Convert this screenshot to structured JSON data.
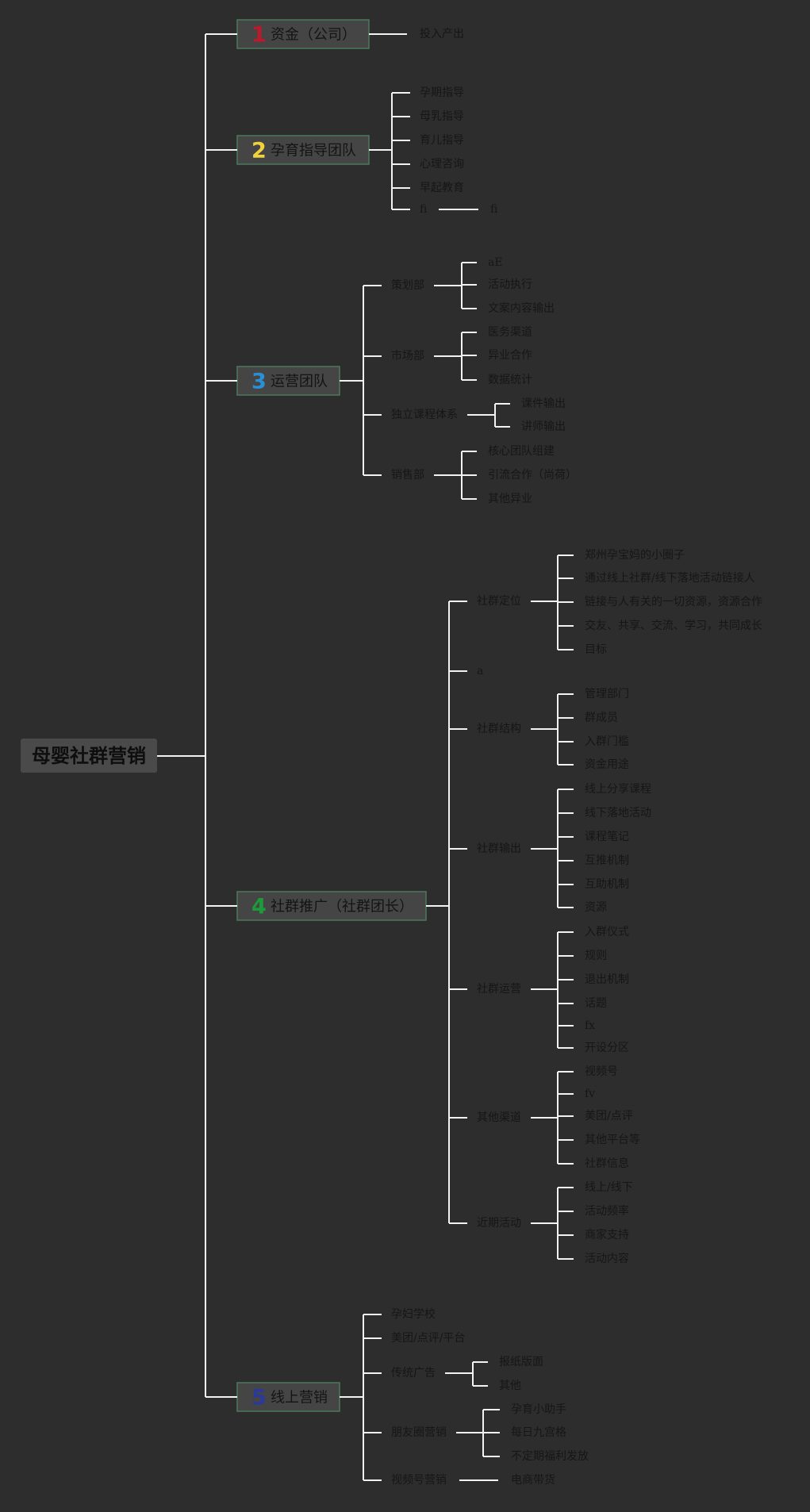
{
  "root": "母婴社群营销",
  "colors": {
    "background": "#2d2d2d",
    "line": "#f2f2f2",
    "box": "#454545",
    "box_border": "#4c7a5c",
    "text": "#161616"
  },
  "branches": [
    {
      "number": "1",
      "label": "资金（公司）",
      "num_color": "#c0182b",
      "children": [
        {
          "label": "投入产出"
        }
      ]
    },
    {
      "number": "2",
      "label": "孕育指导团队",
      "num_color": "#f2d23c",
      "children": [
        {
          "label": "孕期指导"
        },
        {
          "label": "母乳指导"
        },
        {
          "label": "育儿指导"
        },
        {
          "label": "心理咨询"
        },
        {
          "label": "早起教育"
        },
        {
          "label": "fi",
          "children": [
            {
              "label": "fi"
            }
          ]
        }
      ]
    },
    {
      "number": "3",
      "label": "运营团队",
      "num_color": "#2b8fd6",
      "children": [
        {
          "label": "策划部",
          "children": [
            {
              "label": "aE"
            },
            {
              "label": "活动执行"
            },
            {
              "label": "文案内容输出"
            }
          ]
        },
        {
          "label": "市场部",
          "children": [
            {
              "label": "医务渠道"
            },
            {
              "label": "异业合作"
            },
            {
              "label": "数据统计"
            }
          ]
        },
        {
          "label": "独立课程体系",
          "children": [
            {
              "label": "课件输出"
            },
            {
              "label": "讲师输出"
            }
          ]
        },
        {
          "label": "销售部",
          "children": [
            {
              "label": "核心团队组建"
            },
            {
              "label": "引流合作（尚荷）"
            },
            {
              "label": "其他异业"
            }
          ]
        }
      ]
    },
    {
      "number": "4",
      "label": "社群推广（社群团长）",
      "num_color": "#1f9a3a",
      "children": [
        {
          "label": "社群定位",
          "children": [
            {
              "label": "郑州孕宝妈的小圈子"
            },
            {
              "label": "通过线上社群/线下落地活动链接人"
            },
            {
              "label": "链接与人有关的一切资源，资源合作"
            },
            {
              "label": "交友、共享、交流、学习，共同成长"
            },
            {
              "label": "目标"
            }
          ]
        },
        {
          "label": "a"
        },
        {
          "label": "社群结构",
          "children": [
            {
              "label": "管理部门"
            },
            {
              "label": "群成员"
            },
            {
              "label": "入群门槛"
            },
            {
              "label": "资金用途"
            }
          ]
        },
        {
          "label": "社群输出",
          "children": [
            {
              "label": "线上分享课程"
            },
            {
              "label": "线下落地活动"
            },
            {
              "label": "课程笔记"
            },
            {
              "label": "互推机制"
            },
            {
              "label": "互助机制"
            },
            {
              "label": "资源"
            }
          ]
        },
        {
          "label": "社群运营",
          "children": [
            {
              "label": "入群仪式"
            },
            {
              "label": "规则"
            },
            {
              "label": "退出机制"
            },
            {
              "label": "话题"
            },
            {
              "label": "fx"
            },
            {
              "label": "开设分区"
            }
          ]
        },
        {
          "label": "其他渠道",
          "children": [
            {
              "label": "视频号"
            },
            {
              "label": "fv"
            },
            {
              "label": "美团/点评"
            },
            {
              "label": "其他平台等"
            },
            {
              "label": "社群信息"
            }
          ]
        },
        {
          "label": "近期活动",
          "children": [
            {
              "label": "线上/线下"
            },
            {
              "label": "活动频率"
            },
            {
              "label": "商家支持"
            },
            {
              "label": "活动内容"
            }
          ]
        }
      ]
    },
    {
      "number": "5",
      "label": "线上营销",
      "num_color": "#2b3a9a",
      "children": [
        {
          "label": "孕妇学校"
        },
        {
          "label": "美团/点评/平台"
        },
        {
          "label": "传统广告",
          "children": [
            {
              "label": "报纸版面"
            },
            {
              "label": "其他"
            }
          ]
        },
        {
          "label": "朋友圈营销",
          "children": [
            {
              "label": "孕育小助手"
            },
            {
              "label": "每日九宫格"
            },
            {
              "label": "不定期福利发放"
            }
          ]
        },
        {
          "label": "视频号营销",
          "children": [
            {
              "label": "电商带货"
            }
          ]
        }
      ]
    }
  ]
}
